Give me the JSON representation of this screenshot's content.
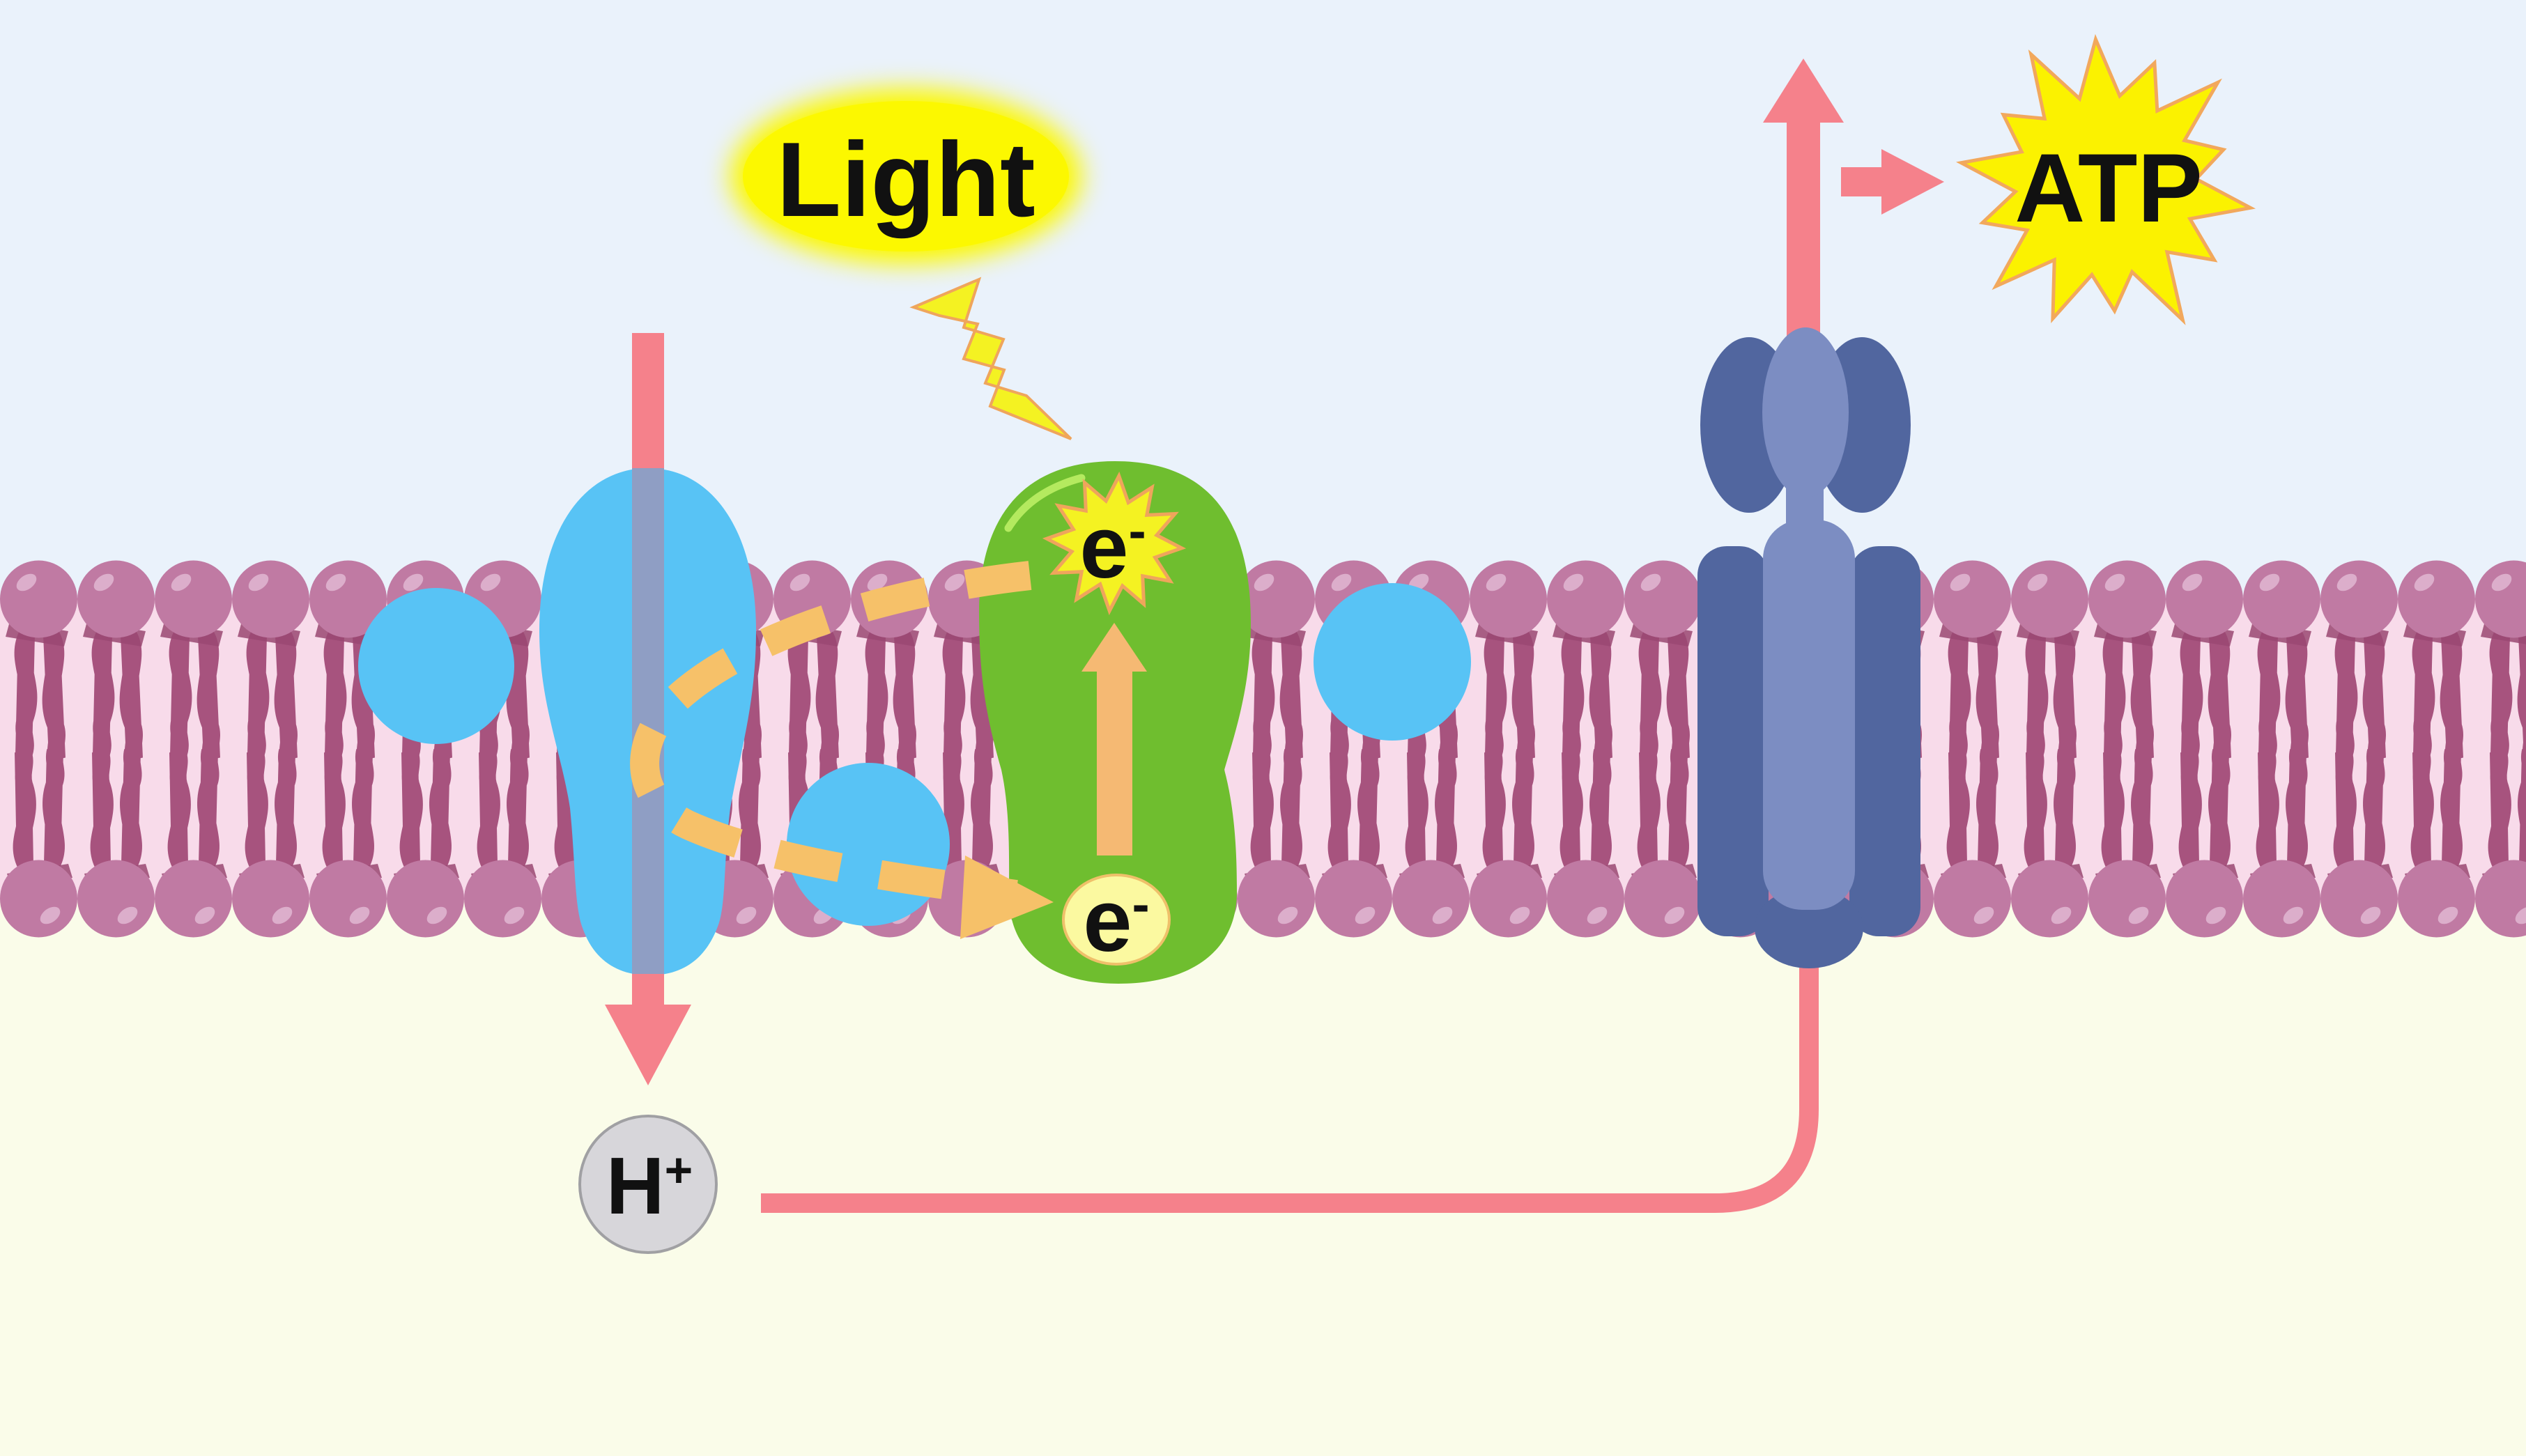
{
  "title": "Photosynthesis light reactions membrane diagram",
  "labels": {
    "light": "Light",
    "atp": "ATP",
    "proton_base": "H",
    "proton_sup": "+",
    "electron_excited_base": "e",
    "electron_excited_sup": "-",
    "electron_ground_base": "e",
    "electron_ground_sup": "-"
  },
  "colors": {
    "sky": "#EAF2FB",
    "stroma": "#FAFCE9",
    "membrane_interior": "#F8DBEA",
    "lipid_head": "#C07AA3",
    "lipid_head_highlight": "#DCAECB",
    "lipid_head_shadow": "#9A4872",
    "lipid_tail": "#A7537E",
    "channel_protein": "#58C3F5",
    "carrier_molecule": "#58C3F5",
    "photosystem": "#6FBE2F",
    "photosystem_highlight": "#B4EA5F",
    "synthase_dark": "#51669F",
    "synthase_light": "#7C8DC2",
    "proton_flow": "#F5818B",
    "proton_flow_over_channel": "#8F9EC4",
    "electron_path": "#F6C169",
    "electron_arrow": "#F5B973",
    "burst_yellow": "#F4F222",
    "burst_stroke": "#EFA55C",
    "electron_ground_fill": "#FBF9A0",
    "electron_ground_stroke": "#EFC06A",
    "light_glow": "#FCF800",
    "atp_burst": "#FBF200",
    "atp_burst_stroke": "#F2A85C",
    "proton_badge_fill": "#D7D6DA",
    "proton_badge_stroke": "#A0A0A3",
    "label_text": "#111111"
  }
}
